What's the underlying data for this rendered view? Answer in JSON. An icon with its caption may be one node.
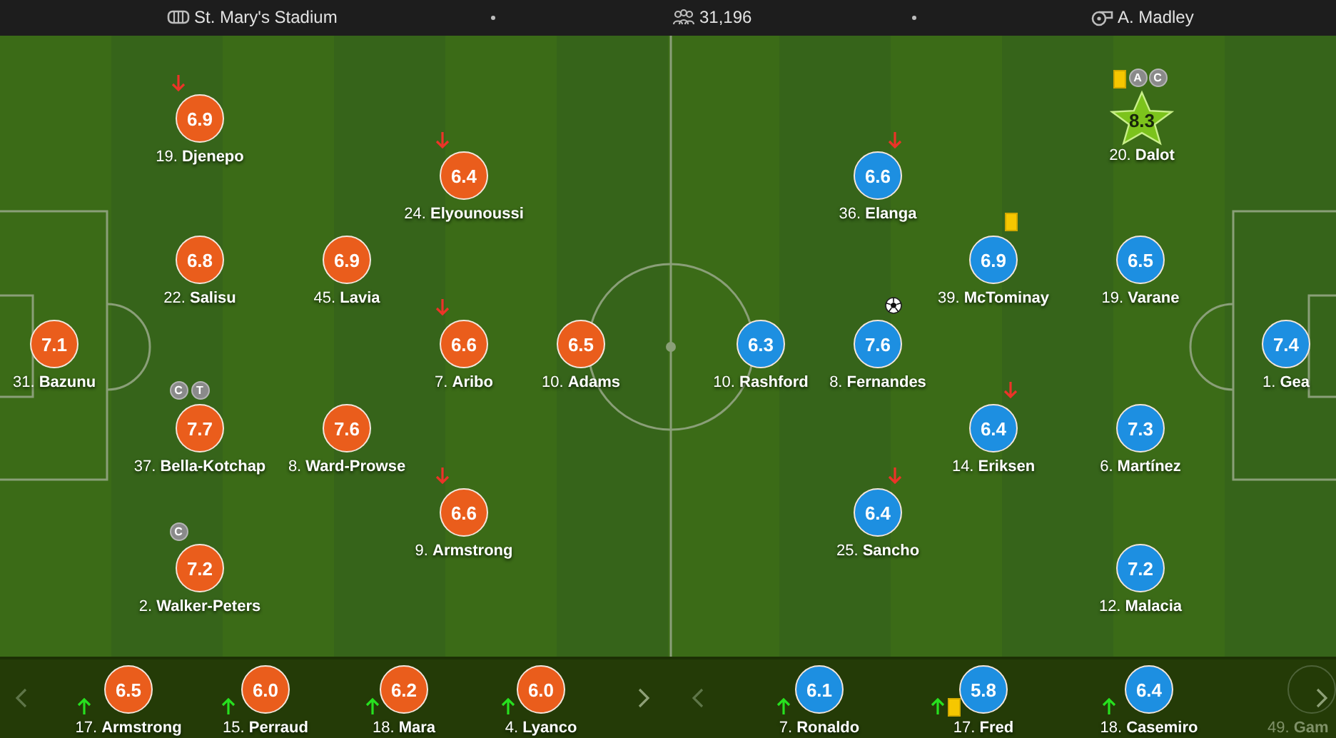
{
  "diagram": {
    "nodes": [
      {
        "text": [
          "7.1"
        ],
        "beside": [
          "31. **Bazunu**"
        ]
      },
      {
        "text": [
          "6.9"
        ],
        "beside": [
          "19. **Djenepo**"
        ]
      },
      {
        "text": [
          "6.8"
        ],
        "beside": [
          "22. **Salisu**"
        ]
      },
      {
        "text": [
          "C"
        ]
      },
      {
        "text": [
          "T"
        ]
      },
      {
        "text": [
          "7.7"
        ],
        "beside": [
          "37. **Bella-Kotchap**"
        ]
      },
      {
        "text": [
          "C"
        ]
      },
      {
        "text": [
          "7.2"
        ],
        "beside": [
          "2. **Walker-Peters**"
        ]
      },
      {
        "text": [
          "6.9"
        ],
        "beside": [
          "45. **Lavia**"
        ]
      },
      {
        "text": [
          "7.6"
        ],
        "beside": [
          "8. **Ward-Prowse**"
        ]
      },
      {
        "text": [
          "6.4"
        ],
        "beside": [
          "24. **Elyounoussi**"
        ]
      },
      {
        "text": [
          "6.6"
        ],
        "beside": [
          "7. **Aribo**"
        ]
      },
      {
        "text": [
          "6.6"
        ],
        "beside": [
          "9. **Armstrong**"
        ]
      },
      {
        "text": [
          "6.5"
        ],
        "beside": [
          "10. **Adams**"
        ]
      },
      {
        "text": [
          "6.3"
        ],
        "beside": [
          "10. **Rashford**"
        ]
      },
      {
        "text": [
          "6.6"
        ],
        "beside": [
          "36. **Elanga**"
        ]
      },
      {
        "text": [
          "7.6"
        ],
        "beside": [
          "8. **Fernandes**"
        ]
      },
      {
        "text": [
          "6.4"
        ],
        "beside": [
          "25. **Sancho**"
        ]
      },
      {
        "text": [
          "6.9"
        ],
        "beside": [
          "39. **McTominay**"
        ]
      },
      {
        "text": [
          "6.4"
        ],
        "beside": [
          "14. **Eriksen**"
        ]
      },
      {
        "text": [
          "A"
        ]
      },
      {
        "text": [
          "C"
        ]
      },
      {
        "text": [
          "8.3"
        ],
        "beside": [
          "20. **Dalot**"
        ]
      },
      {
        "text": [
          "6.5"
        ],
        "beside": [
          "19. **Varane**"
        ]
      },
      {
        "text": [
          "7.3"
        ],
        "beside": [
          "6. **Martínez**"
        ]
      },
      {
        "text": [
          "7.2"
        ],
        "beside": [
          "12. **Malacia**"
        ]
      },
      {
        "text": [
          "7.4"
        ],
        "beside": [
          "1. **Gea**"
        ]
      },
      {
        "text": [
          "6.5"
        ],
        "beside": [
          "17. **Armstrong**"
        ]
      },
      {
        "text": [
          "6.0"
        ],
        "beside": [
          "15. **Perraud**"
        ]
      },
      {
        "text": [
          "6.2"
        ],
        "beside": [
          "18. **Mara**"
        ]
      },
      {
        "text": [
          "6.0"
        ],
        "beside": [
          "4. **Lyanco**"
        ]
      },
      {
        "text": [
          "6.1"
        ],
        "beside": [
          "7. **Ronaldo**"
        ]
      },
      {
        "text": [
          "5.8"
        ],
        "beside": [
          "17. **Fred**"
        ]
      },
      {
        "text": [
          "6.4"
        ],
        "beside": [
          "18. **Casemiro**"
        ]
      },
      {
        "text": [],
        "shape": "circle",
        "beside": [
          "49. **Gam**"
        ]
      }
    ],
    "labels": [
      "St. Mary's Stadium",
      "31,196",
      "A. Madley"
    ]
  }
}
